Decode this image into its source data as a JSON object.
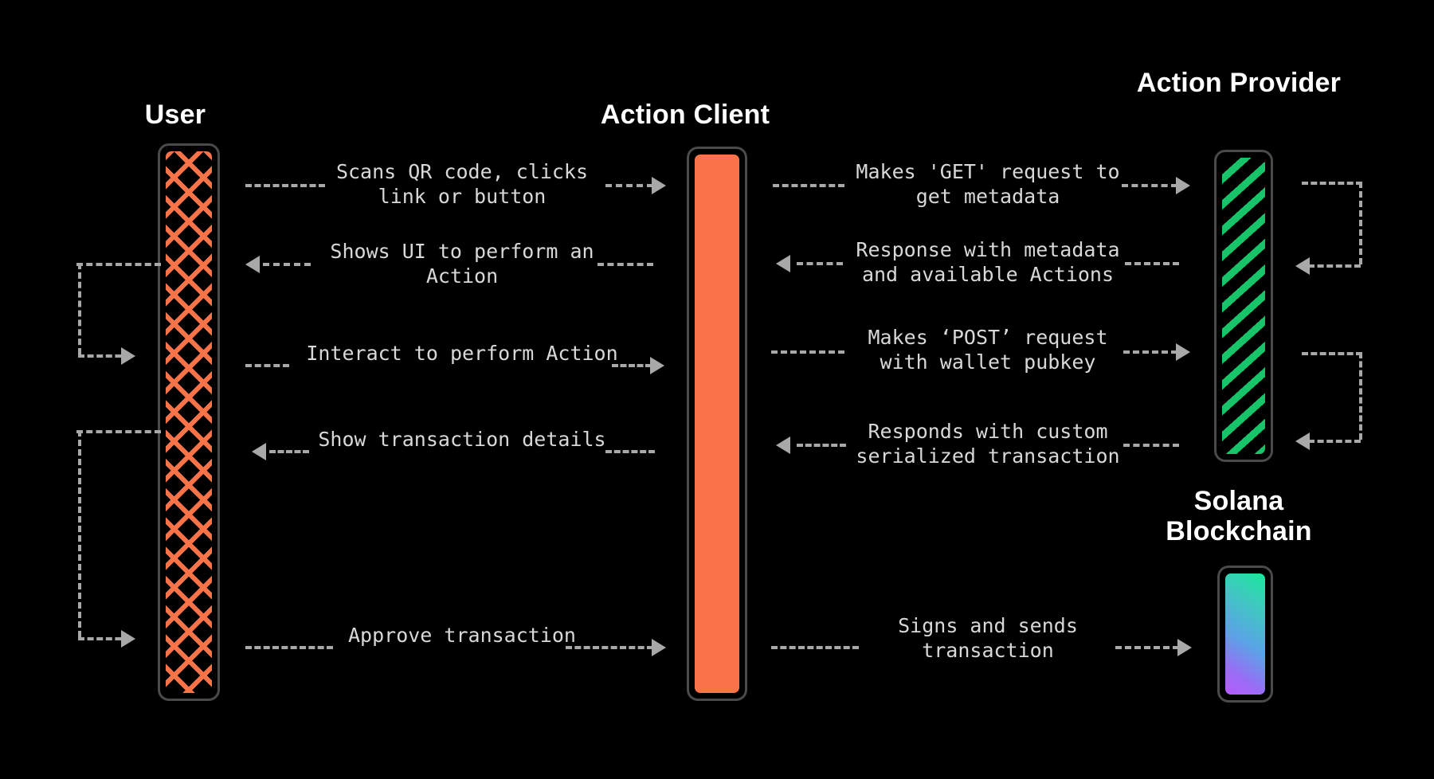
{
  "diagram": {
    "title_user": "User",
    "title_client": "Action Client",
    "title_provider": "Action Provider",
    "title_blockchain": "Solana Blockchain",
    "colors": {
      "background": "#000000",
      "orange": "#F97348",
      "green": "#17C46A",
      "arrow": "#a8a8a8",
      "lane_border": "#4a4a4a",
      "text": "#d8d8d8",
      "title": "#ffffff",
      "gradient_green": "#18E89A",
      "gradient_blue": "#4FA8E8",
      "gradient_purple": "#A855F7"
    },
    "messages": {
      "m1": "Scans QR code, clicks\nlink or button",
      "m2": "Shows UI to perform an\nAction",
      "m3": "Interact to perform Action",
      "m4": "Show transaction details",
      "m5": "Approve transaction",
      "r1": "Makes 'GET' request to\nget metadata",
      "r2": "Response with metadata\nand available Actions",
      "r3": "Makes ‘POST’ request\nwith wallet pubkey",
      "r4": "Responds with custom\nserialized transaction",
      "r5": "Signs and sends\ntransaction"
    }
  }
}
